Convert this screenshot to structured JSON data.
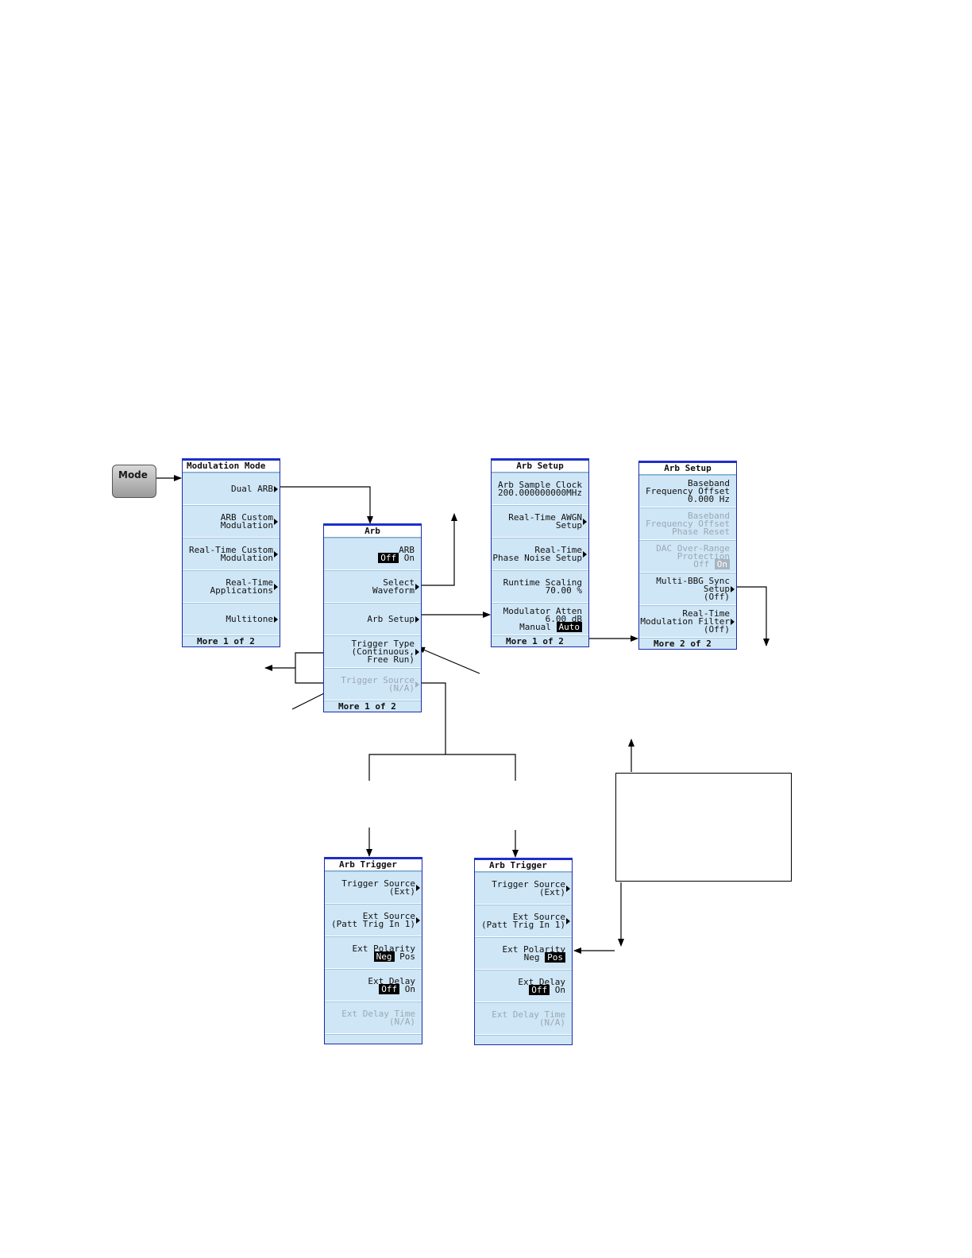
{
  "mode_key": {
    "label": "Mode"
  },
  "modulation_mode": {
    "title": "Modulation Mode",
    "keys": [
      {
        "lines": [
          "Dual ARB"
        ]
      },
      {
        "lines": [
          "ARB Custom",
          "Modulation"
        ]
      },
      {
        "lines": [
          "Real-Time Custom",
          "Modulation"
        ]
      },
      {
        "lines": [
          "Real-Time",
          "Applications"
        ]
      },
      {
        "lines": [
          "Multitone"
        ]
      }
    ],
    "more": "More 1 of 2"
  },
  "arb": {
    "title": "Arb",
    "keys": [
      {
        "lines": [
          "ARB"
        ],
        "toggle": {
          "a": "Off",
          "b": "On",
          "selected": "a"
        }
      },
      {
        "lines": [
          "Select",
          "Waveform"
        ]
      },
      {
        "lines": [
          "Arb Setup"
        ]
      },
      {
        "lines": [
          "Trigger Type",
          "(Continuous,",
          "Free Run)"
        ]
      },
      {
        "lines": [
          "Trigger Source",
          "(N/A)"
        ]
      }
    ],
    "more": "More 1 of 2"
  },
  "arb_setup_1": {
    "title": "Arb Setup",
    "keys": [
      {
        "lines": [
          "Arb Sample Clock",
          "200.000000000MHz"
        ]
      },
      {
        "lines": [
          "Real-Time AWGN",
          "Setup"
        ]
      },
      {
        "lines": [
          "Real-Time",
          "Phase Noise Setup"
        ]
      },
      {
        "lines": [
          "Runtime Scaling",
          "70.00 %"
        ]
      },
      {
        "lines": [
          "Modulator Atten",
          "6.00 dB"
        ],
        "toggle": {
          "a": "Manual",
          "b": "Auto",
          "selected": "b"
        }
      }
    ],
    "more": "More 1 of 2"
  },
  "arb_setup_2": {
    "title": "Arb Setup",
    "keys": [
      {
        "lines": [
          "Baseband",
          "Frequency Offset",
          "0.000 Hz"
        ]
      },
      {
        "lines": [
          "Baseband",
          "Frequency Offset",
          "Phase Reset"
        ]
      },
      {
        "lines": [
          "DAC Over-Range",
          "Protection"
        ],
        "toggle": {
          "a": "Off",
          "b": "On",
          "selected": "b"
        }
      },
      {
        "lines": [
          "Multi-BBG Sync",
          "Setup",
          "(Off)"
        ]
      },
      {
        "lines": [
          "Real-Time",
          "Modulation Filter",
          "(Off)"
        ]
      }
    ],
    "more": "More 2 of 2"
  },
  "arb_trigger_1": {
    "title": "Arb Trigger",
    "keys": [
      {
        "lines": [
          "Trigger Source",
          "(Ext)"
        ]
      },
      {
        "lines": [
          "Ext Source",
          "(Patt Trig In 1)"
        ]
      },
      {
        "lines": [
          "Ext Polarity"
        ],
        "toggle": {
          "a": "Neg",
          "b": "Pos",
          "selected": "a"
        }
      },
      {
        "lines": [
          "Ext Delay"
        ],
        "toggle": {
          "a": "Off",
          "b": "On",
          "selected": "a"
        }
      },
      {
        "lines": [
          "Ext Delay Time",
          "(N/A)"
        ]
      }
    ],
    "more": ""
  },
  "arb_trigger_2": {
    "title": "Arb Trigger",
    "keys": [
      {
        "lines": [
          "Trigger Source",
          "(Ext)"
        ]
      },
      {
        "lines": [
          "Ext Source",
          "(Patt Trig In 1)"
        ]
      },
      {
        "lines": [
          "Ext Polarity"
        ],
        "toggle": {
          "a": "Neg",
          "b": "Pos",
          "selected": "b"
        }
      },
      {
        "lines": [
          "Ext Delay"
        ],
        "toggle": {
          "a": "Off",
          "b": "On",
          "selected": "a"
        }
      },
      {
        "lines": [
          "Ext Delay Time",
          "(N/A)"
        ]
      }
    ],
    "more": ""
  }
}
